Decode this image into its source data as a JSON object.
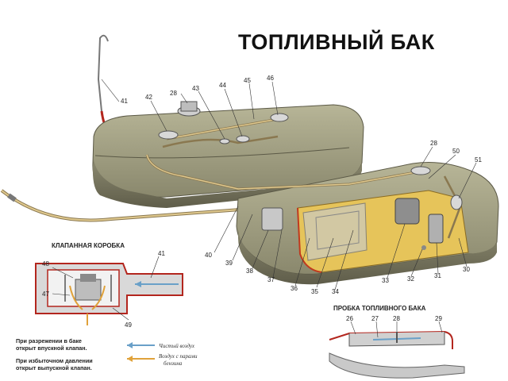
{
  "title": "ТОПЛИВНЫЙ БАК",
  "valve_box": {
    "caption": "КЛАПАННАЯ КОРОБКА",
    "note1_line1": "При разрежении в баке",
    "note1_line2": "открыт впускной клапан.",
    "note2_line1": "При избыточном давлении",
    "note2_line2": "открыт выпускной клапан.",
    "legend_clean": "Чистый воздух",
    "legend_vapor_line1": "Воздух с парами",
    "legend_vapor_line2": "бензина",
    "labels": [
      "48",
      "41",
      "47",
      "49"
    ]
  },
  "cap": {
    "caption": "ПРОБКА ТОПЛИВНОГО БАКА",
    "labels": [
      "26",
      "27",
      "28",
      "29"
    ]
  },
  "main_labels": {
    "l41": "41",
    "l42": "42",
    "l28a": "28",
    "l43": "43",
    "l44": "44",
    "l45": "45",
    "l46": "46",
    "l28b": "28",
    "l50": "50",
    "l51": "51",
    "l40": "40",
    "l39": "39",
    "l38": "38",
    "l37": "37",
    "l36": "36",
    "l35": "35",
    "l34": "34",
    "l33": "33",
    "l32": "32",
    "l31": "31",
    "l30": "30"
  },
  "colors": {
    "tank": "#8f8d72",
    "tank_dark": "#6c6a55",
    "pipe": "#d9b97a",
    "red": "#b3261e",
    "cut": "#e6c45a"
  }
}
